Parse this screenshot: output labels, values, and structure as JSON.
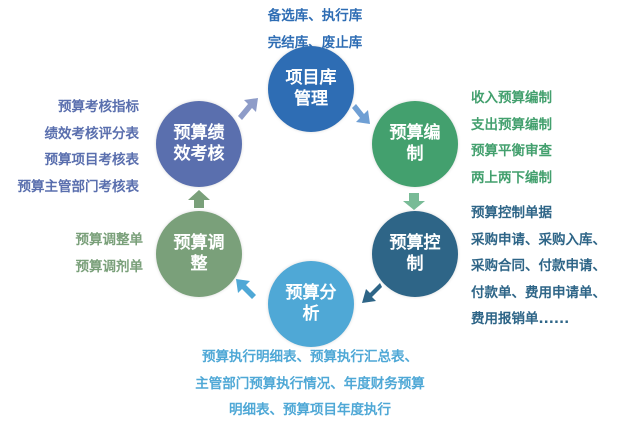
{
  "nodes": {
    "project": {
      "label": "项目库管理",
      "color": "#2e6db4"
    },
    "compile": {
      "label": "预算编制",
      "color": "#43a06e"
    },
    "control": {
      "label": "预算控制",
      "color": "#2e6587"
    },
    "analysis": {
      "label": "预算分析",
      "color": "#4fa8d6"
    },
    "adjust": {
      "label": "预算调整",
      "color": "#7aa07a"
    },
    "performance": {
      "label": "预算绩效考核",
      "color": "#5a6fae"
    }
  },
  "notes": {
    "project": [
      "备选库、执行库",
      "完结库、废止库"
    ],
    "compile": [
      "收入预算编制",
      "支出预算编制",
      "预算平衡审查",
      "两上两下编制"
    ],
    "control": [
      "预算控制单据",
      "采购申请、采购入库、",
      "采购合同、付款申请、",
      "付款单、费用申请单、",
      "费用报销单......"
    ],
    "analysis": [
      "预算执行明细表、预算执行汇总表、",
      "主管部门预算执行情况、年度财务预算",
      "明细表、预算项目年度执行"
    ],
    "adjust": [
      "预算调整单",
      "预算调剂单"
    ],
    "performance": [
      "预算考核指标",
      "绩效考核评分表",
      "预算项目考核表",
      "预算主管部门考核表"
    ]
  }
}
